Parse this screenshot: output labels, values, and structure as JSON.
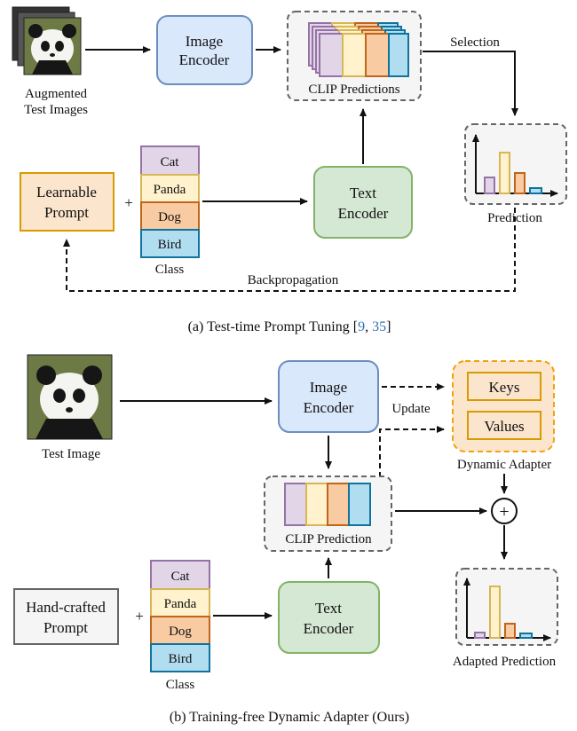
{
  "top": {
    "aug_label_line1": "Augmented",
    "aug_label_line2": "Test Images",
    "image_encoder_line1": "Image",
    "image_encoder_line2": "Encoder",
    "clip_predictions": "CLIP Predictions",
    "selection": "Selection",
    "prediction": "Prediction",
    "learnable_prompt_line1": "Learnable",
    "learnable_prompt_line2": "Prompt",
    "plus": "+",
    "classes": [
      "Cat",
      "Panda",
      "Dog",
      "Bird"
    ],
    "class_label": "Class",
    "text_encoder_line1": "Text",
    "text_encoder_line2": "Encoder",
    "backprop": "Backpropagation"
  },
  "caption_a": {
    "prefix": "(a) Test-time Prompt Tuning [",
    "ref1": "9",
    "sep": ", ",
    "ref2": "35",
    "suffix": "]"
  },
  "bottom": {
    "test_image": "Test Image",
    "image_encoder_line1": "Image",
    "image_encoder_line2": "Encoder",
    "update": "Update",
    "keys": "Keys",
    "values": "Values",
    "dynamic_adapter": "Dynamic Adapter",
    "clip_prediction": "CLIP Prediction",
    "plus_circle": "+",
    "adapted_prediction": "Adapted Prediction",
    "hand_crafted_line1": "Hand-crafted",
    "hand_crafted_line2": "Prompt",
    "plus": "+",
    "classes": [
      "Cat",
      "Panda",
      "Dog",
      "Bird"
    ],
    "class_label": "Class",
    "text_encoder_line1": "Text",
    "text_encoder_line2": "Encoder"
  },
  "caption_b": "(b) Training-free Dynamic Adapter (Ours)",
  "colors": {
    "blue_fill": "#dae8fc",
    "blue_stroke": "#6c8ebf",
    "green_fill": "#d5e8d4",
    "green_stroke": "#82b366",
    "orange_fill": "#fce5cd",
    "orange_stroke": "#d79b00",
    "purple": "#e1d5e7",
    "purple_stroke": "#9673a6",
    "yellow": "#fff2cc",
    "yellow_stroke": "#d6b656",
    "dog": "#f8cba3",
    "dog_stroke": "#c0651a",
    "bird": "#b1ddf0",
    "bird_stroke": "#10739e",
    "link": "#2e75b6",
    "gray_box": "#f5f5f5",
    "gray_stroke": "#666666"
  }
}
